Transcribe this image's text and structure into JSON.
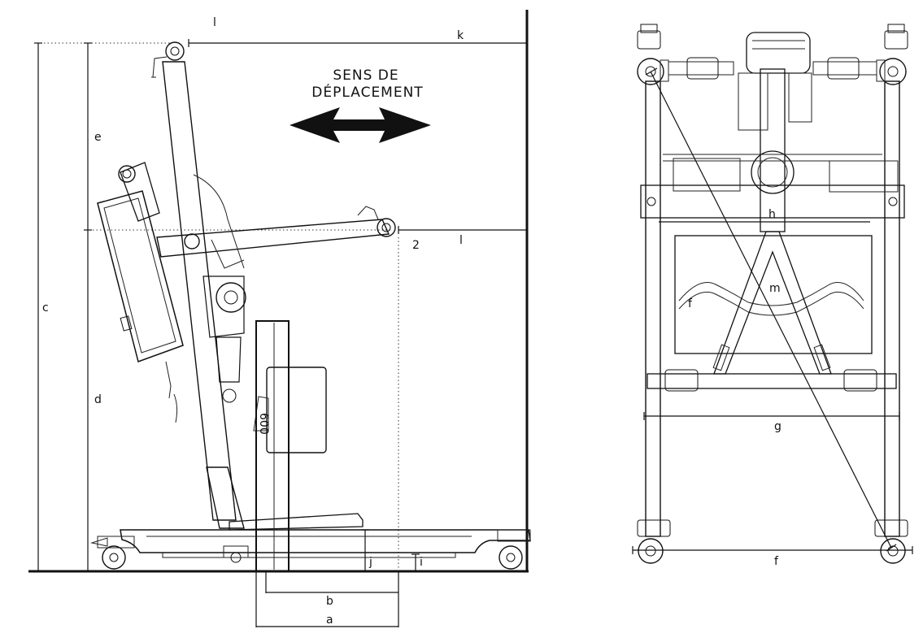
{
  "direction_label": {
    "line1": "SENS DE",
    "line2": "DÉPLACEMENT"
  },
  "side_view_labels": {
    "a": "a",
    "b": "b",
    "c": "c",
    "d": "d",
    "e": "e",
    "i": "i",
    "j": "j",
    "k": "k",
    "l_top": "l",
    "l_mid": "l",
    "two": "2",
    "six_hundred": "600"
  },
  "top_view_labels": {
    "f_bottom": "f",
    "f_battery": "f",
    "g": "g",
    "h": "h",
    "m": "m"
  },
  "colors": {
    "ink": "#111111",
    "background": "#ffffff"
  }
}
